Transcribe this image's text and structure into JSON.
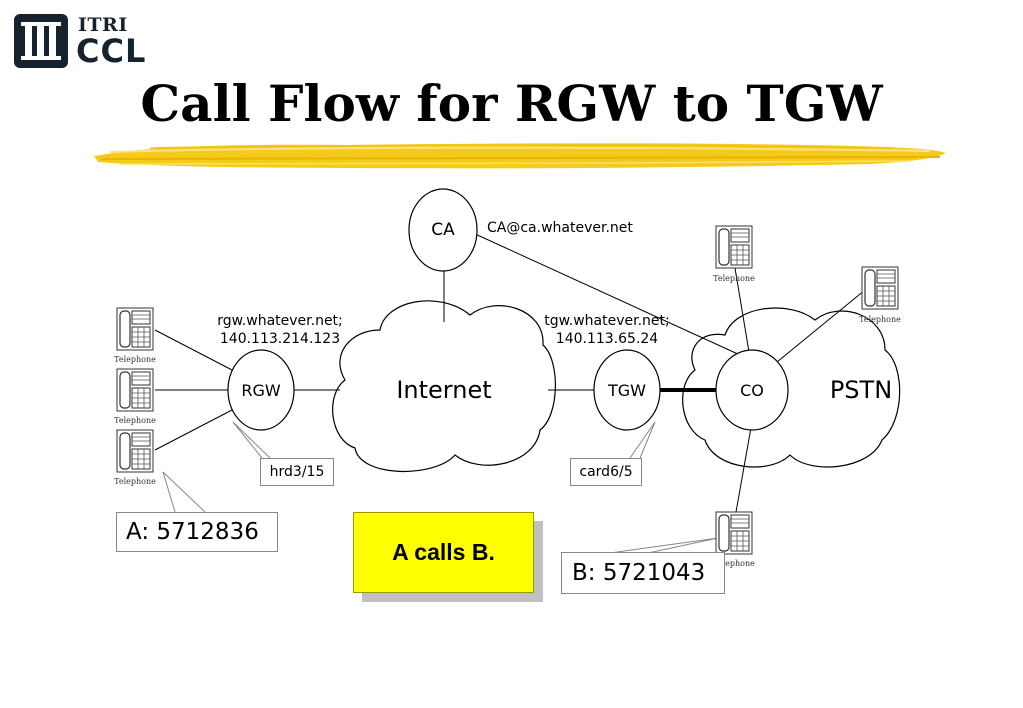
{
  "logo": {
    "top_text": "ITRI",
    "bottom_text": "CCL"
  },
  "title": "Call Flow for RGW to TGW",
  "diagram": {
    "nodes": {
      "ca": "CA",
      "internet": "Internet",
      "rgw": "RGW",
      "tgw": "TGW",
      "co": "CO",
      "pstn": "PSTN"
    },
    "labels": {
      "ca_address": "CA@ca.whatever.net",
      "rgw_host": "rgw.whatever.net;",
      "rgw_ip": "140.113.214.123",
      "tgw_host": "tgw.whatever.net;",
      "tgw_ip": "140.113.65.24"
    },
    "phone_caption": "Telephone",
    "callouts": {
      "a": "A: 5712836",
      "b": "B: 5721043",
      "rgw_port": "hrd3/15",
      "tgw_port": "card6/5"
    },
    "note": "A calls B."
  },
  "colors": {
    "highlight": "#f5cb1b",
    "note_background": "#ffff00",
    "logo": "#16222e"
  }
}
